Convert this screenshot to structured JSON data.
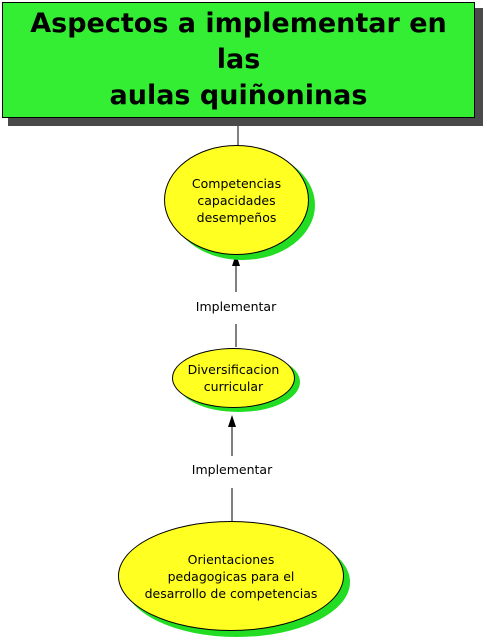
{
  "title": "Aspectos a  implementar en las\naulas quiñoninas",
  "nodes": {
    "competencias": "Competencias\ncapacidades\ndesempeños",
    "diversificacion": "Diversificacion\ncurricular",
    "orientaciones": "Orientaciones\npedagogicas para el\ndesarrollo de competencias"
  },
  "edges": {
    "upper_label": "Implementar",
    "lower_label": "Implementar"
  },
  "colors": {
    "title_fill": "#33ee33",
    "node_fill": "#ffff22",
    "node_shadow": "#22dd22"
  }
}
